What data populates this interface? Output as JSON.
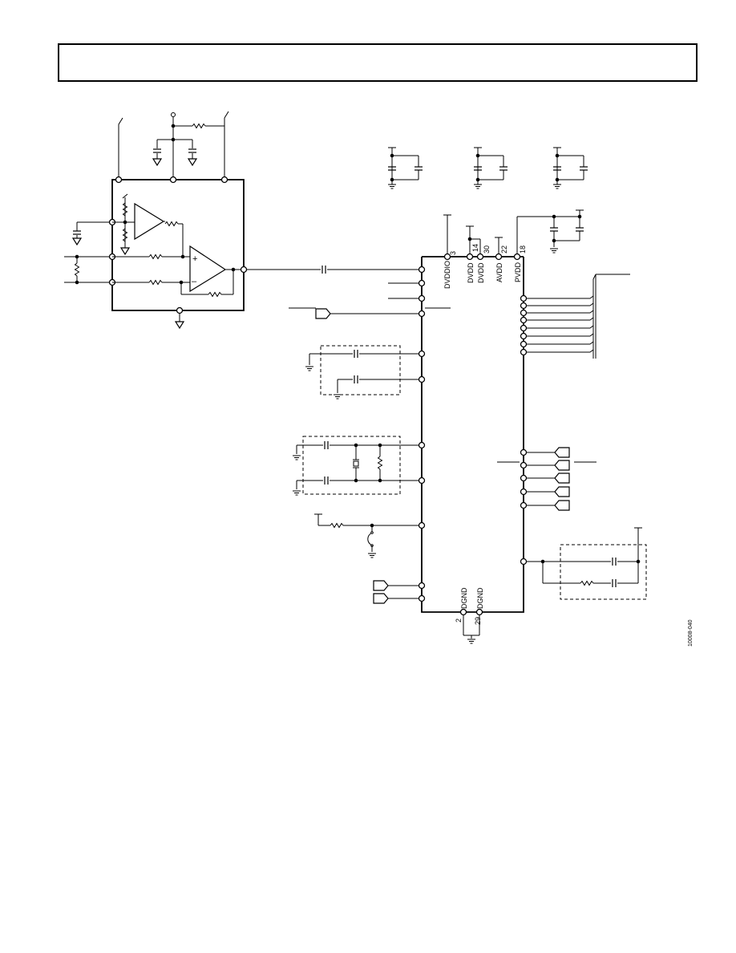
{
  "header": {
    "text": ""
  },
  "ic": {
    "top_pins": [
      {
        "name": "DVDDIO",
        "number": "3"
      },
      {
        "name": "DVDD",
        "number": "14"
      },
      {
        "name": "DVDD",
        "number": "30"
      },
      {
        "name": "AVDD",
        "number": "22"
      },
      {
        "name": "PVDD",
        "number": "18"
      }
    ],
    "bottom_pins": [
      {
        "name": "DGND",
        "number": "2"
      },
      {
        "name": "DGND",
        "number": "29"
      }
    ]
  },
  "amplifier": {
    "plus_sign": "+",
    "minus_sign": "–"
  },
  "figure_id": "10008-040"
}
